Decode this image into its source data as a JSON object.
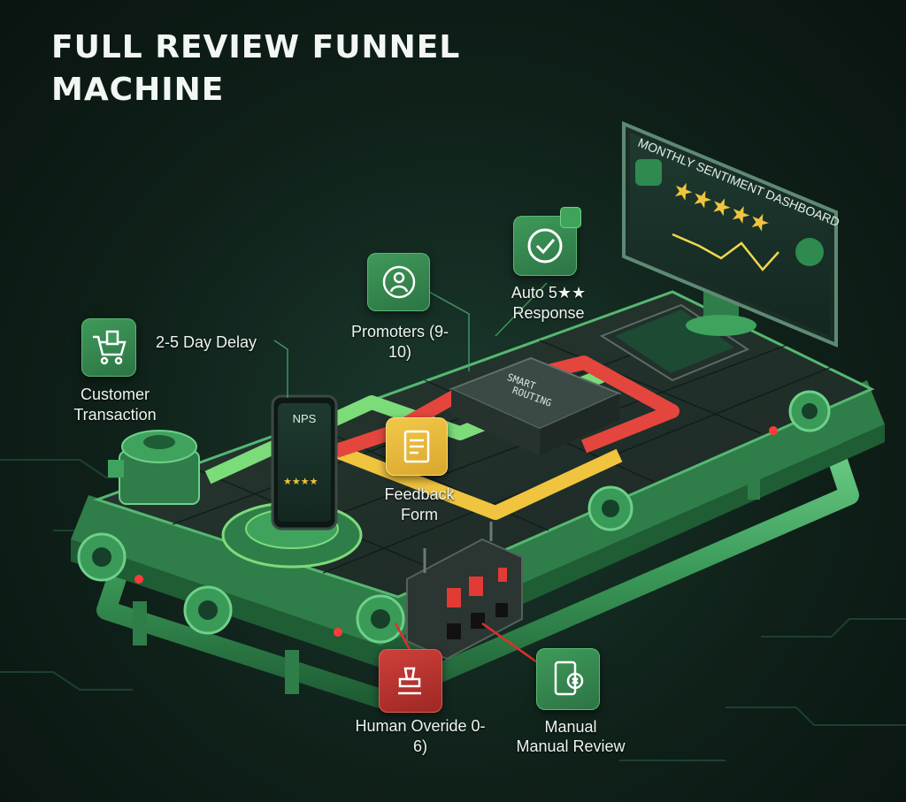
{
  "title": {
    "line1": "FULL REVIEW FUNNEL",
    "line2": "MACHINE"
  },
  "labels": {
    "customer": "Customer Transaction",
    "delay": "2-5 Day Delay",
    "promoters": "Promoters (9-10)",
    "auto_response": "Auto 5★★ Response",
    "feedback": "Feedback Form",
    "human_override": "Human Overide 0-6)",
    "manual_review_top": "Manual",
    "manual_review_bottom": "Manual Review"
  },
  "dashboard": {
    "title": "MONTHLY SENTIMENT DASHBOARD",
    "stars": "★★★★★"
  },
  "phone": {
    "title": "NPS"
  },
  "router": {
    "line1": "SMART",
    "line2": "ROUTING"
  },
  "colors": {
    "machine_green": "#3d9b5c",
    "promoter_track": "#7ddc7a",
    "neutral_track": "#f0c43e",
    "detractor_track": "#e4463e",
    "override_red": "#c8342e"
  }
}
